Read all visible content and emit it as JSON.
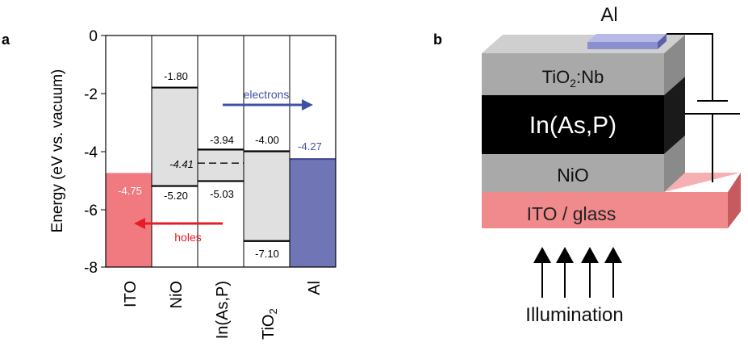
{
  "panel_a": {
    "label": "a",
    "ylabel": "Energy (eV vs. vacuum)",
    "yticks": [
      "0",
      "-2",
      "-4",
      "-6",
      "-8"
    ],
    "columns": [
      "ITO",
      "NiO",
      "In(As,P)",
      "TiO",
      "Al"
    ],
    "tio2_subscript": "2",
    "levels": {
      "ito": "-4.75",
      "nio_top": "-1.80",
      "nio_bottom": "-5.20",
      "inasp_top": "-3.94",
      "inasp_mid": "-4.41",
      "inasp_bottom": "-5.03",
      "tio2_top": "-4.00",
      "tio2_bottom": "-7.10",
      "al": "-4.27"
    },
    "electrons_label": "electrons",
    "holes_label": "holes"
  },
  "panel_b": {
    "label": "b",
    "al_label": "Al",
    "tio2nb_prefix": "TiO",
    "tio2nb_sub": "2",
    "tio2nb_suffix": ":Nb",
    "inasp_label": "In(As,P)",
    "nio_label": "NiO",
    "ito_label": "ITO / glass",
    "illumination_label": "Illumination"
  },
  "chart_data": {
    "type": "band-diagram",
    "ylabel": "Energy (eV vs. vacuum)",
    "ylim": [
      -8,
      0
    ],
    "categories": [
      "ITO",
      "NiO",
      "In(As,P)",
      "TiO2",
      "Al"
    ],
    "bands": [
      {
        "material": "ITO",
        "top": -4.75,
        "bottom": -8
      },
      {
        "material": "NiO",
        "top": -1.8,
        "bottom": -5.2
      },
      {
        "material": "In(As,P)",
        "top": -3.94,
        "middle": -4.41,
        "bottom": -5.03
      },
      {
        "material": "TiO2",
        "top": -4.0,
        "bottom": -7.1
      },
      {
        "material": "Al",
        "top": -4.27,
        "bottom": -8
      }
    ],
    "annotations": [
      "electrons",
      "holes"
    ]
  },
  "colors": {
    "ito": "#f07a80",
    "al": "#7075b6",
    "gap": "#e0e0e0",
    "electrons": "#3f51a5",
    "holes": "#e51d25",
    "layer_gray": "#a9a9a9",
    "layer_gray_light": "#bdbdbd",
    "layer_black": "#000000",
    "ito_glass": "#f08a8c",
    "al_pad": "#8b8fd0"
  }
}
